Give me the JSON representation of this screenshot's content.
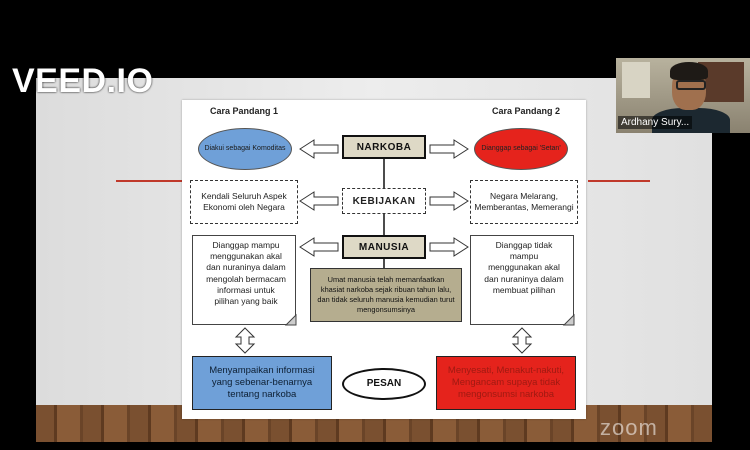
{
  "branding": {
    "watermark": "VEED.IO",
    "zoom_watermark": "zoom"
  },
  "participant": {
    "name": "Ardhany Sury..."
  },
  "slide": {
    "header_left": "Cara Pandang 1",
    "header_right": "Cara Pandang 2",
    "oval_left": "Diakui sebagai Komoditas",
    "oval_right": "Dianggap sebagai 'Setan'",
    "center_top": "NARKOBA",
    "center_mid": "KEBIJAKAN",
    "center_low": "MANUSIA",
    "dash_left": "Kendali Seluruh Aspek Ekonomi oleh Negara",
    "dash_right": "Negara Melarang, Memberantas, Memerangi",
    "doc_left": "Dianggap mampu menggunakan akal dan nuraninya dalam mengolah bermacam informasi untuk pilihan yang baik",
    "doc_right": "Dianggap tidak mampu menggunakan akal dan nuraninya dalam membuat pilihan",
    "center_banner": "Umat manusia telah memanfaatkan khasiat narkoba sejak ribuan tahun lalu, dan tidak seluruh manusia kemudian turut mengonsumsinya",
    "bottom_left": "Menyampaikan informasi yang sebenar-benarnya tentang narkoba",
    "bottom_center": "PESAN",
    "bottom_right": "Menyesati, Menakut-nakuti, Mengancam supaya tidak mengonsumsi narkoba",
    "colors": {
      "blue": "#6fa0d8",
      "red": "#e5231c",
      "tan": "#ded9c6",
      "olive": "#b5ad8f"
    }
  }
}
